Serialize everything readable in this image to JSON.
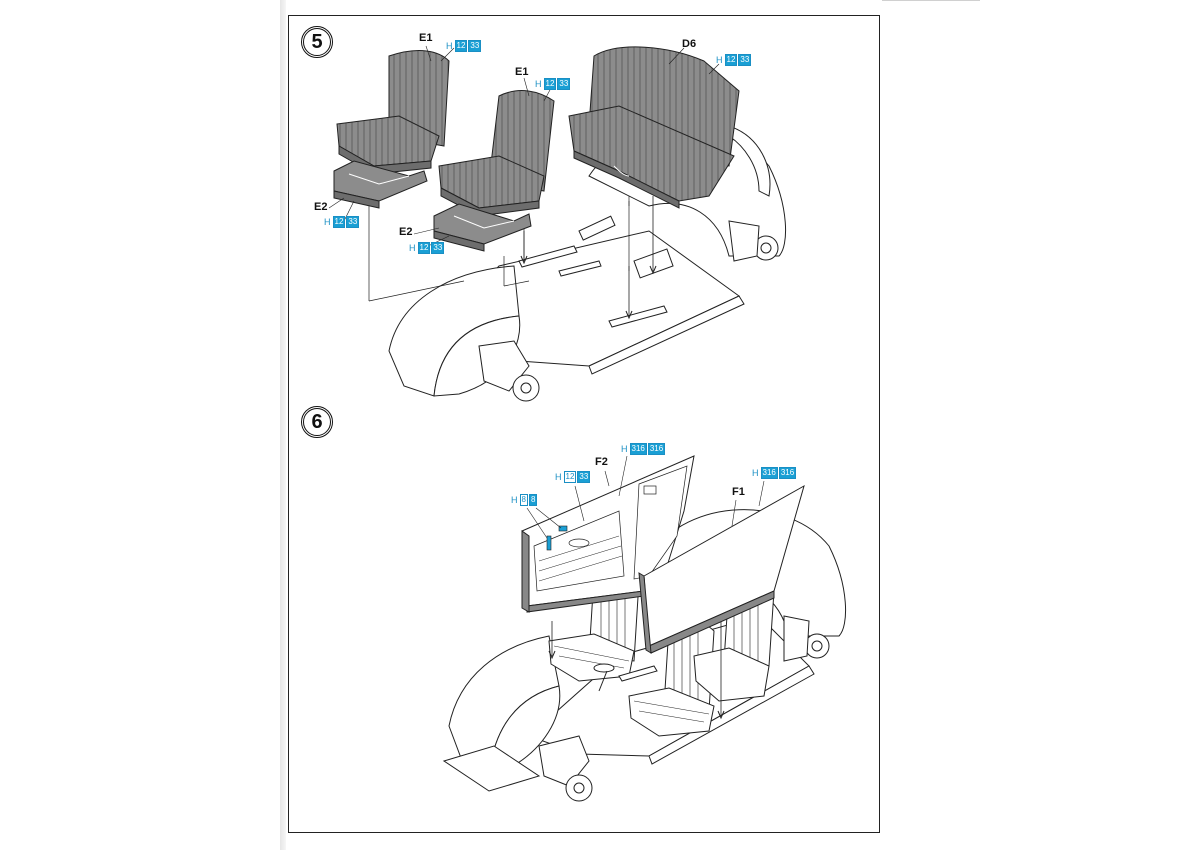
{
  "steps": [
    {
      "number": "5",
      "parts": {
        "seat_left": "E1",
        "seat_mid": "E1",
        "bench": "D6",
        "frame_left": "E2",
        "frame_mid": "E2"
      },
      "paint": {
        "seat_left": {
          "prefix": "H",
          "codes": [
            "12",
            "33"
          ]
        },
        "seat_mid": {
          "prefix": "H",
          "codes": [
            "12",
            "33"
          ]
        },
        "bench": {
          "prefix": "H",
          "codes": [
            "12",
            "33"
          ]
        },
        "frame_left": {
          "prefix": "H",
          "codes": [
            "12",
            "33"
          ]
        },
        "frame_mid": {
          "prefix": "H",
          "codes": [
            "12",
            "33"
          ]
        }
      }
    },
    {
      "number": "6",
      "parts": {
        "door_panel": "F2",
        "side_panel": "F1"
      },
      "paint": {
        "door_panel_top": {
          "prefix": "H",
          "codes": [
            "316",
            "316"
          ]
        },
        "door_panel": {
          "prefix": "H",
          "codes": [
            "12",
            "33"
          ]
        },
        "handles": {
          "prefix": "H",
          "codes": [
            "8",
            "8"
          ]
        },
        "side_panel": {
          "prefix": "H",
          "codes": [
            "316",
            "316"
          ]
        }
      }
    }
  ],
  "colors": {
    "line": "#222222",
    "seat_fill": "#8c8c8c",
    "paint_blue": "#1a9fd4"
  }
}
